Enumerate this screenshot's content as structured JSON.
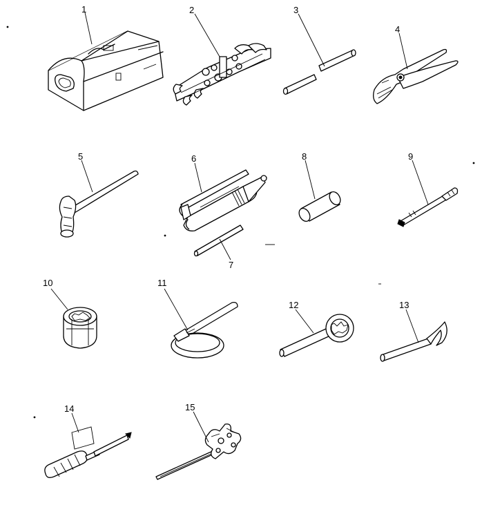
{
  "diagram": {
    "items": [
      {
        "label": "1",
        "icon": "toolbox-icon"
      },
      {
        "label": "2",
        "icon": "wrench-set-icon"
      },
      {
        "label": "3",
        "icon": "tube-icon"
      },
      {
        "label": "4",
        "icon": "pliers-icon"
      },
      {
        "label": "5",
        "icon": "hammer-icon"
      },
      {
        "label": "6",
        "icon": "grease-gun-icon"
      },
      {
        "label": "7",
        "icon": "extension-bar-icon"
      },
      {
        "label": "8",
        "icon": "socket-sleeve-icon"
      },
      {
        "label": "9",
        "icon": "screwdriver-bit-icon"
      },
      {
        "label": "10",
        "icon": "socket-icon"
      },
      {
        "label": "11",
        "icon": "filter-wrench-icon"
      },
      {
        "label": "12",
        "icon": "ring-spanner-icon"
      },
      {
        "label": "13",
        "icon": "hook-spanner-icon"
      },
      {
        "label": "14",
        "icon": "screwdriver-icon"
      },
      {
        "label": "15",
        "icon": "feeler-gauge-icon"
      }
    ]
  }
}
